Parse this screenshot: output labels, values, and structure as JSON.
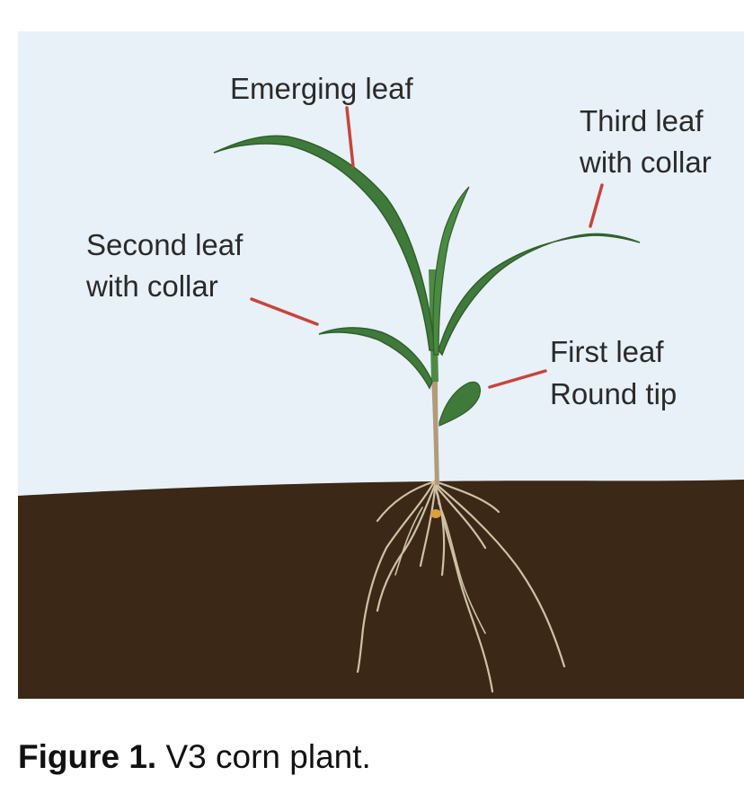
{
  "figure": {
    "labels": {
      "emerging_leaf": "Emerging leaf",
      "third_leaf_line1": "Third leaf",
      "third_leaf_line2": "with collar",
      "second_leaf_line1": "Second leaf",
      "second_leaf_line2": "with collar",
      "first_leaf_line1": "First leaf",
      "first_leaf_line2": "Round tip"
    },
    "caption": {
      "prefix": "Figure 1.",
      "text": " V3 corn plant."
    },
    "colors": {
      "sky": "#e8f0f8",
      "soil": "#3b2817",
      "leaf": "#3f7a3a",
      "leaf_dark": "#2f5f2b",
      "leader_line": "#c8443a",
      "root": "#cfc1a6",
      "stem": "#b39a78"
    }
  }
}
